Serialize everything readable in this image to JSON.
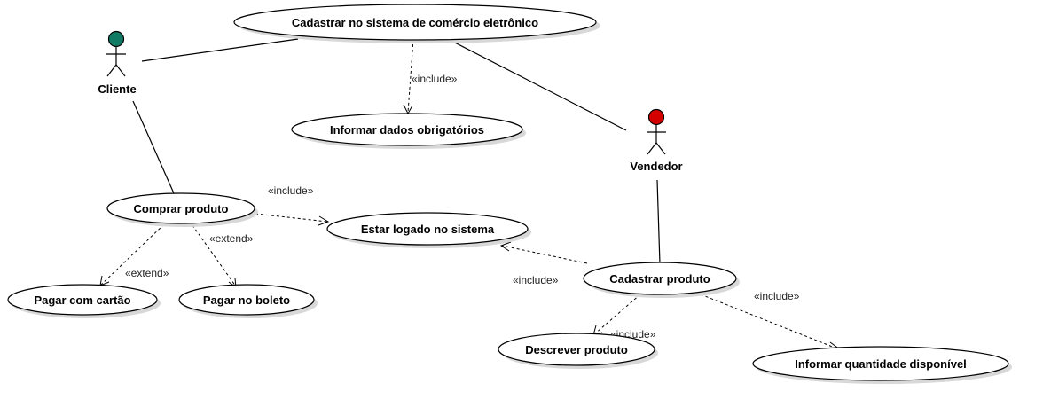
{
  "actors": {
    "cliente": {
      "label": "Cliente",
      "head_color": "#117a65"
    },
    "vendedor": {
      "label": "Vendedor",
      "head_color": "#d40000"
    }
  },
  "use_cases": {
    "cadastrar_sistema": "Cadastrar no sistema de comércio eletrônico",
    "informar_dados": "Informar dados obrigatórios",
    "comprar_produto": "Comprar produto",
    "estar_logado": "Estar logado no sistema",
    "pagar_cartao": "Pagar com cartão",
    "pagar_boleto": "Pagar no boleto",
    "cadastrar_produto": "Cadastrar produto",
    "descrever_produto": "Descrever produto",
    "informar_quantidade": "Informar quantidade disponível"
  },
  "stereotypes": {
    "include_dados": "«include»",
    "include_logado_compra": "«include»",
    "extend_boleto": "«extend»",
    "extend_cartao": "«extend»",
    "include_logado_cadastro": "«include»",
    "include_descrever": "«include»",
    "include_quantidade": "«include»"
  }
}
